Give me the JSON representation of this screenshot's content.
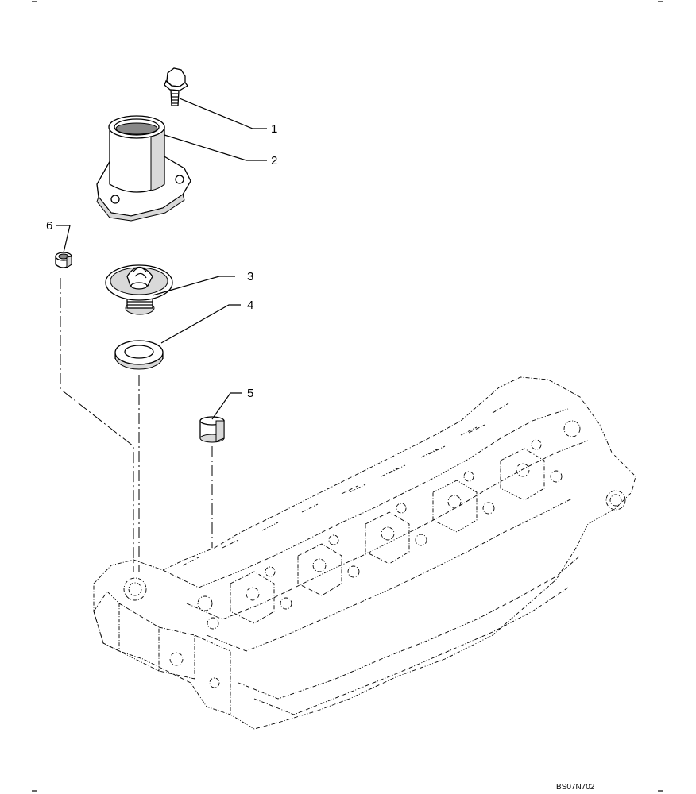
{
  "callouts": [
    {
      "id": "1",
      "label": "1",
      "part": "bolt"
    },
    {
      "id": "2",
      "label": "2",
      "part": "thermostat-housing"
    },
    {
      "id": "3",
      "label": "3",
      "part": "thermostat"
    },
    {
      "id": "4",
      "label": "4",
      "part": "seal-ring"
    },
    {
      "id": "5",
      "label": "5",
      "part": "bushing"
    },
    {
      "id": "6",
      "label": "6",
      "part": "plug"
    }
  ],
  "reference_code": "BS07N702"
}
